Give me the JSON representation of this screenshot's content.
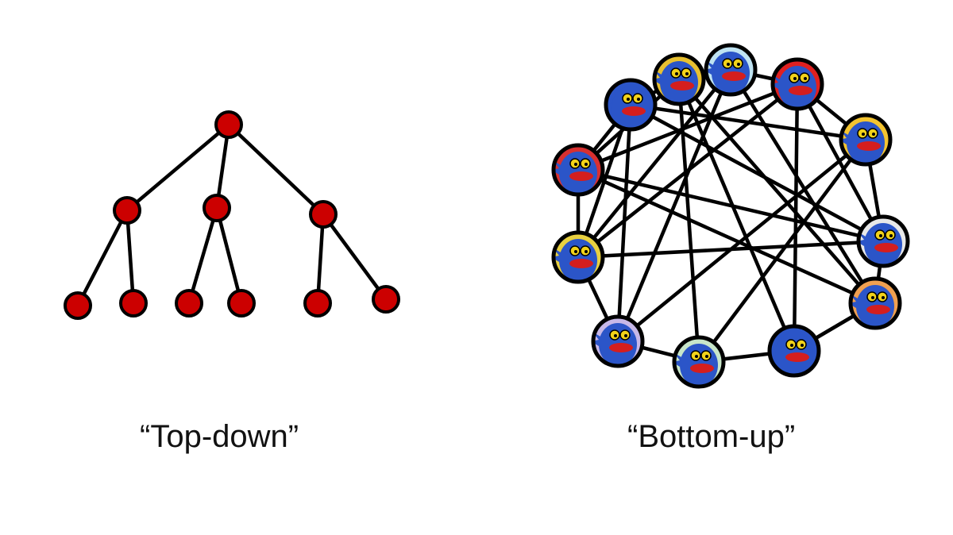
{
  "captions": {
    "top_down": "“Top-down”",
    "bottom_up": "“Bottom-up”"
  },
  "colors": {
    "tree_node": "#cc0000",
    "edge": "#000000",
    "avatar_skin": "#2b55c8",
    "avatar_mouth": "#d41e1e",
    "avatar_eye": "#f2d21a"
  },
  "tree": {
    "nodes": [
      "root",
      "mid-1",
      "mid-2",
      "mid-3",
      "leaf-1",
      "leaf-2",
      "leaf-3",
      "leaf-4",
      "leaf-5",
      "leaf-6"
    ],
    "edges": [
      [
        0,
        1
      ],
      [
        0,
        2
      ],
      [
        0,
        3
      ],
      [
        1,
        4
      ],
      [
        1,
        5
      ],
      [
        2,
        6
      ],
      [
        2,
        7
      ],
      [
        3,
        8
      ],
      [
        3,
        9
      ]
    ]
  },
  "network": {
    "nodes": [
      "avatar-1",
      "avatar-2",
      "avatar-3",
      "avatar-4",
      "avatar-5",
      "avatar-6",
      "avatar-7",
      "avatar-8",
      "avatar-9",
      "avatar-10",
      "avatar-11",
      "avatar-12"
    ],
    "backgrounds": [
      "#bfe3f2",
      "#e02020",
      "#f4c430",
      "#e8e8e8",
      "#f0a050",
      "#2b55c8",
      "#c8e6c9",
      "#c7b8e8",
      "#e8d040",
      "#d83030",
      "#2b55c8",
      "#e8c030"
    ],
    "edges": [
      [
        0,
        1
      ],
      [
        1,
        2
      ],
      [
        2,
        3
      ],
      [
        3,
        4
      ],
      [
        4,
        5
      ],
      [
        5,
        6
      ],
      [
        6,
        7
      ],
      [
        7,
        8
      ],
      [
        8,
        9
      ],
      [
        9,
        10
      ],
      [
        10,
        11
      ],
      [
        11,
        0
      ],
      [
        0,
        7
      ],
      [
        0,
        8
      ],
      [
        1,
        8
      ],
      [
        1,
        3
      ],
      [
        1,
        5
      ],
      [
        2,
        7
      ],
      [
        2,
        10
      ],
      [
        2,
        6
      ],
      [
        3,
        9
      ],
      [
        3,
        10
      ],
      [
        3,
        8
      ],
      [
        4,
        9
      ],
      [
        4,
        11
      ],
      [
        4,
        5
      ],
      [
        5,
        11
      ],
      [
        6,
        11
      ],
      [
        6,
        7
      ],
      [
        7,
        10
      ],
      [
        8,
        10
      ],
      [
        9,
        11
      ],
      [
        0,
        4
      ],
      [
        1,
        9
      ]
    ]
  }
}
